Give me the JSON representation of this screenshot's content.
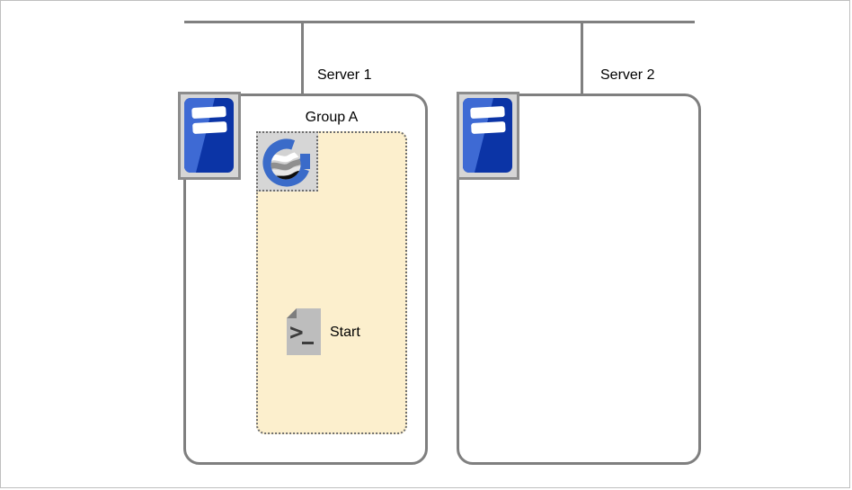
{
  "diagram": {
    "network": {
      "description": "bus with two drop connectors"
    },
    "servers": [
      {
        "label": "Server 1",
        "icon": "server-host-icon"
      },
      {
        "label": "Server 2",
        "icon": "server-host-icon"
      }
    ],
    "group": {
      "label": "Group A",
      "icon": "agent-globe-g-icon"
    },
    "task": {
      "label": "Start",
      "icon": "script-terminal-icon"
    }
  },
  "colors": {
    "connector_gray": "#808080",
    "box_border_gray": "#7f7f7f",
    "selection_dotted_gray": "#6e6e6e",
    "group_fill_cream": "#fcefcd",
    "icon_tile_fill": "#d6d6d6",
    "icon_tile_border": "#8c8c8c",
    "server_blue_dark": "#0b34a6",
    "server_blue_light": "#3e6ad4",
    "logo_blue": "#3a6bc9",
    "script_gray": "#bdbdbd",
    "script_fold_gray": "#7e7e7e",
    "text_black": "#000000"
  }
}
